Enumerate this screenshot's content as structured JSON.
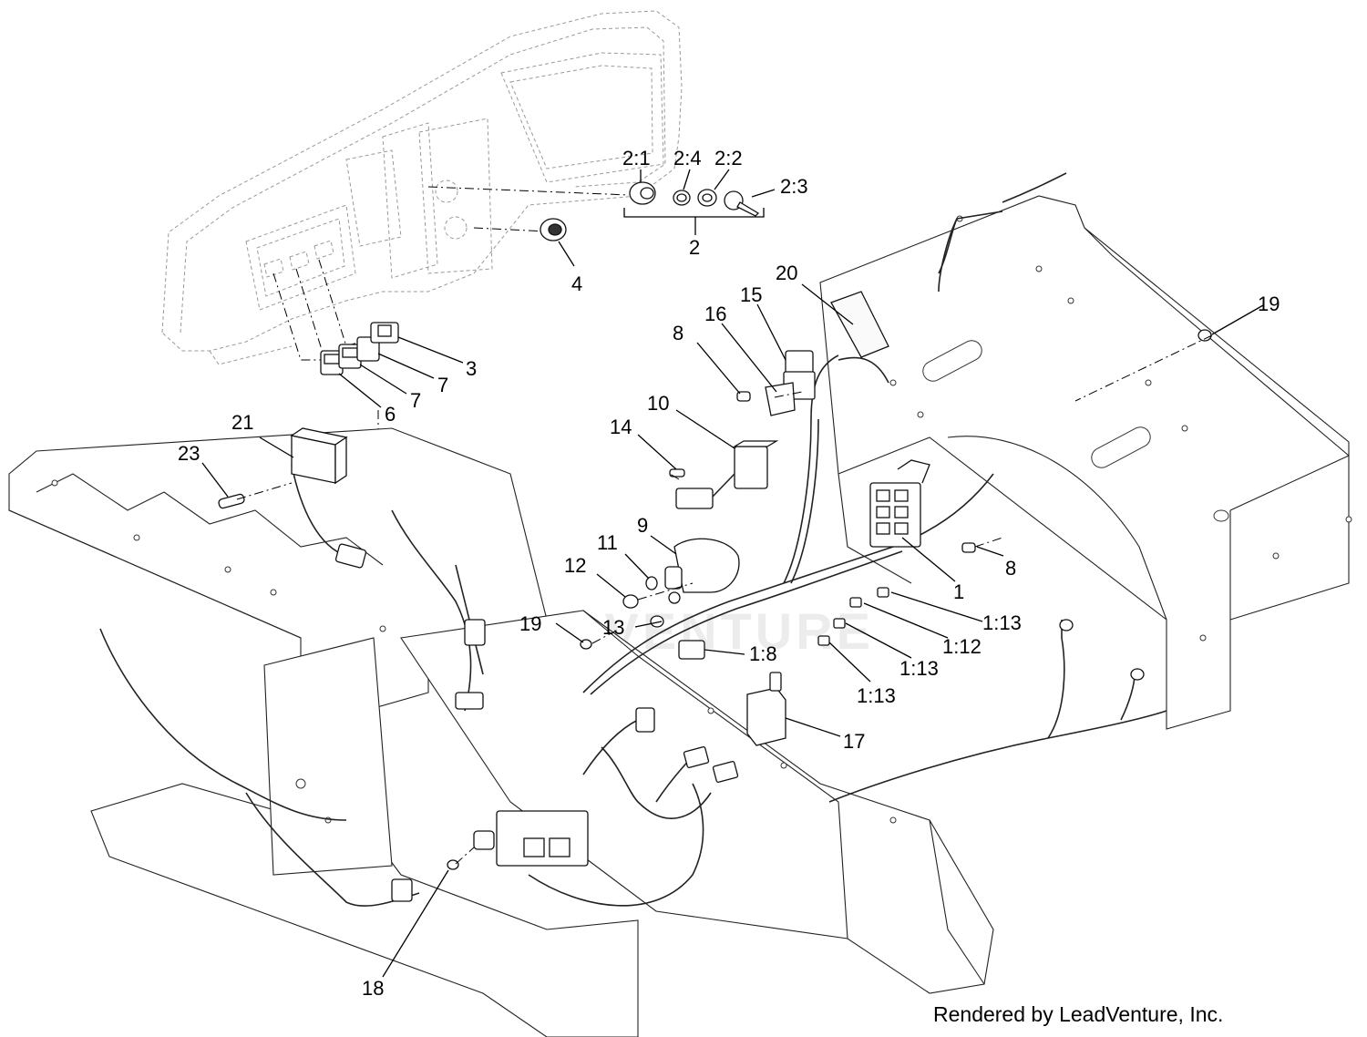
{
  "watermark": {
    "text": "LEADVENTURE"
  },
  "credit": "Rendered by LeadVenture, Inc.",
  "callouts": [
    {
      "id": "2-1",
      "label": "2:1"
    },
    {
      "id": "2-4",
      "label": "2:4"
    },
    {
      "id": "2-2",
      "label": "2:2"
    },
    {
      "id": "2-3",
      "label": "2:3"
    },
    {
      "id": "2",
      "label": "2"
    },
    {
      "id": "4",
      "label": "4"
    },
    {
      "id": "3",
      "label": "3"
    },
    {
      "id": "7a",
      "label": "7"
    },
    {
      "id": "7b",
      "label": "7"
    },
    {
      "id": "6",
      "label": "6"
    },
    {
      "id": "20",
      "label": "20"
    },
    {
      "id": "15",
      "label": "15"
    },
    {
      "id": "16",
      "label": "16"
    },
    {
      "id": "8a",
      "label": "8"
    },
    {
      "id": "19a",
      "label": "19"
    },
    {
      "id": "10",
      "label": "10"
    },
    {
      "id": "14",
      "label": "14"
    },
    {
      "id": "21",
      "label": "21"
    },
    {
      "id": "23",
      "label": "23"
    },
    {
      "id": "9",
      "label": "9"
    },
    {
      "id": "11",
      "label": "11"
    },
    {
      "id": "12",
      "label": "12"
    },
    {
      "id": "8b",
      "label": "8"
    },
    {
      "id": "1",
      "label": "1"
    },
    {
      "id": "1-13a",
      "label": "1:13"
    },
    {
      "id": "1-12",
      "label": "1:12"
    },
    {
      "id": "13",
      "label": "13"
    },
    {
      "id": "19b",
      "label": "19"
    },
    {
      "id": "1-8",
      "label": "1:8"
    },
    {
      "id": "1-13b",
      "label": "1:13"
    },
    {
      "id": "1-13c",
      "label": "1:13"
    },
    {
      "id": "17",
      "label": "17"
    },
    {
      "id": "18",
      "label": "18"
    }
  ]
}
